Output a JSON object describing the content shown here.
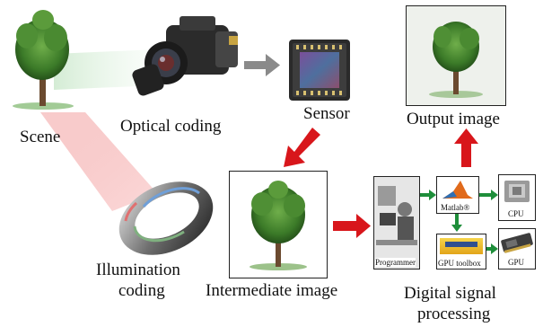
{
  "labels": {
    "scene": "Scene",
    "optical_coding": "Optical coding",
    "sensor": "Sensor",
    "output_image": "Output image",
    "illumination_line1": "Illumination",
    "illumination_line2": "coding",
    "intermediate_image": "Intermediate image",
    "dsp_line1": "Digital signal",
    "dsp_line2": "processing"
  },
  "dsp_panel": {
    "programmer": "Programmer",
    "matlab": "Matlab®",
    "gpu_toolbox": "GPU toolbox",
    "cpu": "CPU",
    "gpu": "GPU"
  },
  "colors": {
    "arrow_red": "#d8161b",
    "arrow_gray": "#8a8a8a",
    "arrow_green": "#1e8e3a",
    "tree_green": "#3f7d2c",
    "trunk": "#6b4a2f"
  }
}
